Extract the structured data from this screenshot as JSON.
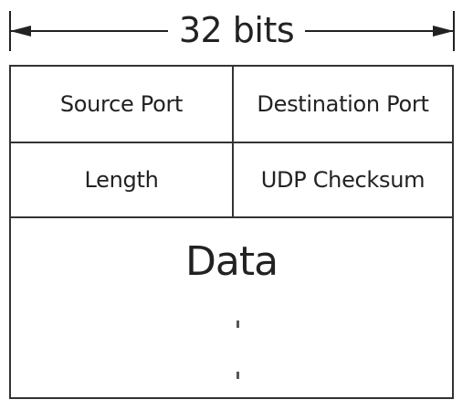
{
  "width_indicator": {
    "label": "32 bits"
  },
  "fields": {
    "source_port": "Source Port",
    "destination_port": "Destination Port",
    "length": "Length",
    "udp_checksum": "UDP Checksum",
    "data": "Data"
  }
}
